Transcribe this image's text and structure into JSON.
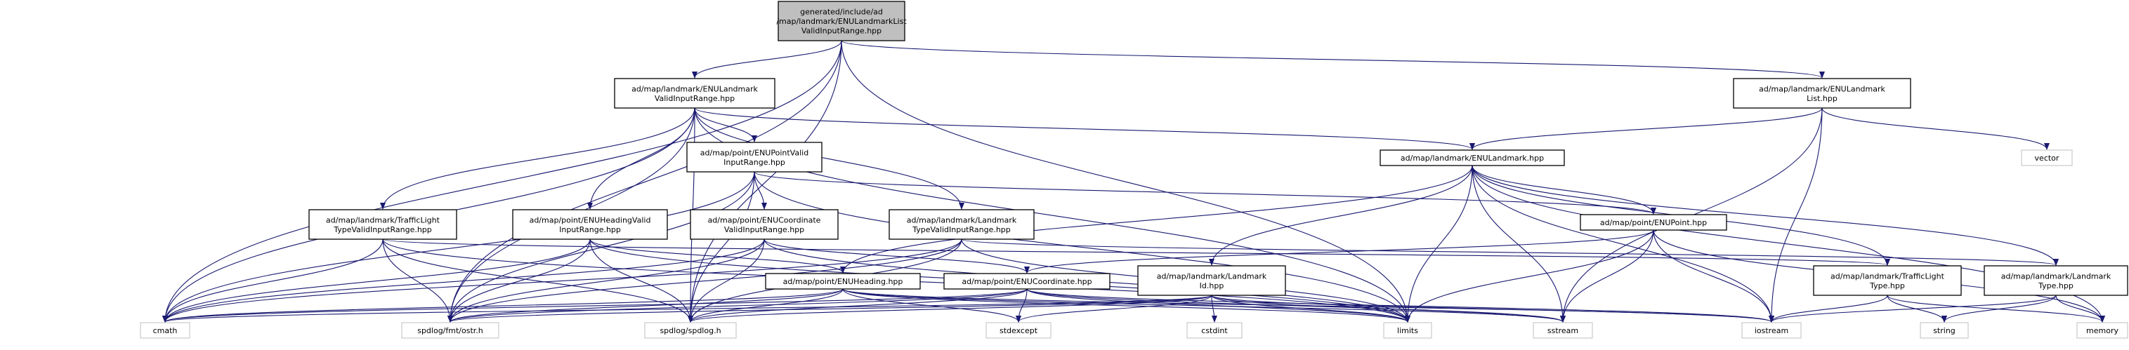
{
  "diagram": {
    "colors": {
      "edge": "#191970",
      "root_fill": "#bfbfbf",
      "node_border": "#000000",
      "system_border": "#bfbfbf"
    },
    "nodes": [
      {
        "id": "root",
        "kind": "root",
        "lines": [
          "generated/include/ad",
          "/map/landmark/ENULandmarkList",
          "ValidInputRange.hpp"
        ]
      },
      {
        "id": "enuLandmarkValid",
        "kind": "file",
        "lines": [
          "ad/map/landmark/ENULandmark",
          "ValidInputRange.hpp"
        ]
      },
      {
        "id": "enuLandmarkList",
        "kind": "file",
        "lines": [
          "ad/map/landmark/ENULandmark",
          "List.hpp"
        ]
      },
      {
        "id": "enuPointValid",
        "kind": "file",
        "lines": [
          "ad/map/point/ENUPointValid",
          "InputRange.hpp"
        ]
      },
      {
        "id": "enuLandmark",
        "kind": "file",
        "lines": [
          "ad/map/landmark/ENULandmark.hpp"
        ]
      },
      {
        "id": "vector",
        "kind": "system",
        "lines": [
          "vector"
        ]
      },
      {
        "id": "trafficLightValid",
        "kind": "file",
        "lines": [
          "ad/map/landmark/TrafficLight",
          "TypeValidInputRange.hpp"
        ]
      },
      {
        "id": "enuHeadingValid",
        "kind": "file",
        "lines": [
          "ad/map/point/ENUHeadingValid",
          "InputRange.hpp"
        ]
      },
      {
        "id": "enuCoordValid",
        "kind": "file",
        "lines": [
          "ad/map/point/ENUCoordinate",
          "ValidInputRange.hpp"
        ]
      },
      {
        "id": "landmarkTypeValid",
        "kind": "file",
        "lines": [
          "ad/map/landmark/Landmark",
          "TypeValidInputRange.hpp"
        ]
      },
      {
        "id": "enuPoint",
        "kind": "file",
        "lines": [
          "ad/map/point/ENUPoint.hpp"
        ]
      },
      {
        "id": "enuHeading",
        "kind": "file",
        "lines": [
          "ad/map/point/ENUHeading.hpp"
        ]
      },
      {
        "id": "enuCoordinate",
        "kind": "file",
        "lines": [
          "ad/map/point/ENUCoordinate.hpp"
        ]
      },
      {
        "id": "landmarkId",
        "kind": "file",
        "lines": [
          "ad/map/landmark/Landmark",
          "Id.hpp"
        ]
      },
      {
        "id": "trafficLightType",
        "kind": "file",
        "lines": [
          "ad/map/landmark/TrafficLight",
          "Type.hpp"
        ]
      },
      {
        "id": "landmarkType",
        "kind": "file",
        "lines": [
          "ad/map/landmark/Landmark",
          "Type.hpp"
        ]
      },
      {
        "id": "cmath",
        "kind": "system",
        "lines": [
          "cmath"
        ]
      },
      {
        "id": "ostr",
        "kind": "system",
        "lines": [
          "spdlog/fmt/ostr.h"
        ]
      },
      {
        "id": "spdlog",
        "kind": "system",
        "lines": [
          "spdlog/spdlog.h"
        ]
      },
      {
        "id": "stdexcept",
        "kind": "system",
        "lines": [
          "stdexcept"
        ]
      },
      {
        "id": "cstdint",
        "kind": "system",
        "lines": [
          "cstdint"
        ]
      },
      {
        "id": "limits",
        "kind": "system",
        "lines": [
          "limits"
        ]
      },
      {
        "id": "sstream",
        "kind": "system",
        "lines": [
          "sstream"
        ]
      },
      {
        "id": "iostream",
        "kind": "system",
        "lines": [
          "iostream"
        ]
      },
      {
        "id": "string",
        "kind": "system",
        "lines": [
          "string"
        ]
      },
      {
        "id": "memory",
        "kind": "system",
        "lines": [
          "memory"
        ]
      }
    ],
    "edges": [
      [
        "root",
        "enuLandmarkValid"
      ],
      [
        "root",
        "enuLandmarkList"
      ],
      [
        "root",
        "cmath"
      ],
      [
        "root",
        "ostr"
      ],
      [
        "root",
        "spdlog"
      ],
      [
        "root",
        "limits"
      ],
      [
        "enuLandmarkValid",
        "enuPointValid"
      ],
      [
        "enuLandmarkValid",
        "enuLandmark"
      ],
      [
        "enuLandmarkValid",
        "trafficLightValid"
      ],
      [
        "enuLandmarkValid",
        "enuHeadingValid"
      ],
      [
        "enuLandmarkValid",
        "landmarkTypeValid"
      ],
      [
        "enuLandmarkValid",
        "cmath"
      ],
      [
        "enuLandmarkValid",
        "ostr"
      ],
      [
        "enuLandmarkValid",
        "spdlog"
      ],
      [
        "enuLandmarkValid",
        "limits"
      ],
      [
        "enuLandmarkList",
        "enuLandmark"
      ],
      [
        "enuLandmarkList",
        "vector"
      ],
      [
        "enuLandmarkList",
        "sstream"
      ],
      [
        "enuLandmarkList",
        "iostream"
      ],
      [
        "enuPointValid",
        "enuCoordValid"
      ],
      [
        "enuPointValid",
        "enuPoint"
      ],
      [
        "enuPointValid",
        "cmath"
      ],
      [
        "enuPointValid",
        "ostr"
      ],
      [
        "enuPointValid",
        "spdlog"
      ],
      [
        "enuPointValid",
        "limits"
      ],
      [
        "enuLandmark",
        "enuPoint"
      ],
      [
        "enuLandmark",
        "enuHeading"
      ],
      [
        "enuLandmark",
        "landmarkId"
      ],
      [
        "enuLandmark",
        "trafficLightType"
      ],
      [
        "enuLandmark",
        "landmarkType"
      ],
      [
        "enuLandmark",
        "limits"
      ],
      [
        "enuLandmark",
        "sstream"
      ],
      [
        "enuLandmark",
        "iostream"
      ],
      [
        "enuLandmark",
        "memory"
      ],
      [
        "trafficLightValid",
        "trafficLightType"
      ],
      [
        "trafficLightValid",
        "cmath"
      ],
      [
        "trafficLightValid",
        "ostr"
      ],
      [
        "trafficLightValid",
        "spdlog"
      ],
      [
        "trafficLightValid",
        "limits"
      ],
      [
        "enuHeadingValid",
        "enuHeading"
      ],
      [
        "enuHeadingValid",
        "cmath"
      ],
      [
        "enuHeadingValid",
        "ostr"
      ],
      [
        "enuHeadingValid",
        "spdlog"
      ],
      [
        "enuHeadingValid",
        "limits"
      ],
      [
        "enuCoordValid",
        "enuCoordinate"
      ],
      [
        "enuCoordValid",
        "cmath"
      ],
      [
        "enuCoordValid",
        "ostr"
      ],
      [
        "enuCoordValid",
        "spdlog"
      ],
      [
        "enuCoordValid",
        "limits"
      ],
      [
        "landmarkTypeValid",
        "landmarkType"
      ],
      [
        "landmarkTypeValid",
        "cmath"
      ],
      [
        "landmarkTypeValid",
        "ostr"
      ],
      [
        "landmarkTypeValid",
        "spdlog"
      ],
      [
        "landmarkTypeValid",
        "limits"
      ],
      [
        "enuPoint",
        "enuCoordinate"
      ],
      [
        "enuPoint",
        "limits"
      ],
      [
        "enuPoint",
        "sstream"
      ],
      [
        "enuPoint",
        "iostream"
      ],
      [
        "enuPoint",
        "memory"
      ],
      [
        "enuHeading",
        "cmath"
      ],
      [
        "enuHeading",
        "ostr"
      ],
      [
        "enuHeading",
        "spdlog"
      ],
      [
        "enuHeading",
        "stdexcept"
      ],
      [
        "enuHeading",
        "limits"
      ],
      [
        "enuHeading",
        "sstream"
      ],
      [
        "enuHeading",
        "iostream"
      ],
      [
        "enuCoordinate",
        "cmath"
      ],
      [
        "enuCoordinate",
        "ostr"
      ],
      [
        "enuCoordinate",
        "spdlog"
      ],
      [
        "enuCoordinate",
        "stdexcept"
      ],
      [
        "enuCoordinate",
        "limits"
      ],
      [
        "enuCoordinate",
        "sstream"
      ],
      [
        "enuCoordinate",
        "iostream"
      ],
      [
        "landmarkId",
        "cmath"
      ],
      [
        "landmarkId",
        "ostr"
      ],
      [
        "landmarkId",
        "spdlog"
      ],
      [
        "landmarkId",
        "stdexcept"
      ],
      [
        "landmarkId",
        "cstdint"
      ],
      [
        "landmarkId",
        "limits"
      ],
      [
        "landmarkId",
        "sstream"
      ],
      [
        "landmarkId",
        "iostream"
      ],
      [
        "trafficLightType",
        "iostream"
      ],
      [
        "trafficLightType",
        "string"
      ],
      [
        "trafficLightType",
        "memory"
      ],
      [
        "landmarkType",
        "iostream"
      ],
      [
        "landmarkType",
        "string"
      ],
      [
        "landmarkType",
        "memory"
      ]
    ]
  }
}
